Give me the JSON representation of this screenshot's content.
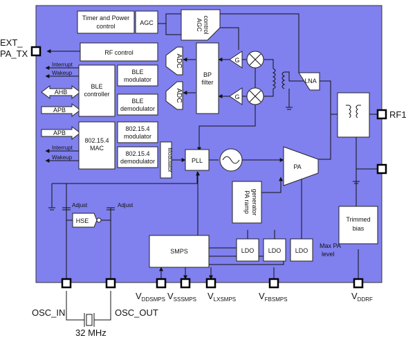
{
  "colors": {
    "die": "#8080ee",
    "block": "#ffffff",
    "line": "#111111"
  },
  "blocks": {
    "timer_power_l1": "Timer and Power",
    "timer_power_l2": "control",
    "agc": "AGC",
    "agc_control_l1": "AGC",
    "agc_control_l2": "control",
    "rf_control": "RF control",
    "adc_top": "ADC",
    "adc_bottom": "ADC",
    "bp_filter_l1": "BP",
    "bp_filter_l2": "filter",
    "g_top": "G",
    "g_bottom": "G",
    "lna": "LNA",
    "ble_controller_l1": "BLE",
    "ble_controller_l2": "controller",
    "ble_modulator_l1": "BLE",
    "ble_modulator_l2": "modulator",
    "ble_demodulator_l1": "BLE",
    "ble_demodulator_l2": "demodulator",
    "mac_l1": "802.15.4",
    "mac_l2": "MAC",
    "mod154_l1": "802.15.4",
    "mod154_l2": "modulator",
    "demod154_l1": "802.15.4",
    "demod154_l2": "demodulator",
    "modulator": "Modulator",
    "pll": "PLL",
    "pa": "PA",
    "pa_ramp_l1": "PA ramp",
    "pa_ramp_l2": "generator",
    "hse": "HSE",
    "smps": "SMPS",
    "ldo1": "LDO",
    "ldo2": "LDO",
    "ldo3": "LDO",
    "trimmed_bias_l1": "Trimmed",
    "trimmed_bias_l2": "bias"
  },
  "signals": {
    "interrupt_1": "Interrupt",
    "wakeup_1": "Wakeup",
    "ahb": "AHB",
    "apb_1": "APB",
    "apb_2": "APB",
    "interrupt_2": "Interrupt",
    "wakeup_2": "Wakeup",
    "adjust_left": "Adjust",
    "adjust_right": "Adjust",
    "max_pa_l1": "Max PA",
    "max_pa_l2": "level"
  },
  "pins": {
    "ext_pa_tx_l1": "EXT_",
    "ext_pa_tx_l2": "PA_TX",
    "rf1": "RF1",
    "vddsmps_main": "V",
    "vddsmps_sub": "DDSMPS",
    "vsssmps_main": "V",
    "vsssmps_sub": "SSSMPS",
    "vlxsmps_main": "V",
    "vlxsmps_sub": "LXSMPS",
    "vfbsmps_main": "V",
    "vfbsmps_sub": "FBSMPS",
    "vddrf_main": "V",
    "vddrf_sub": "DDRF",
    "osc_in": "OSC_IN",
    "osc_out": "OSC_OUT",
    "crystal_freq": "32 MHz"
  }
}
